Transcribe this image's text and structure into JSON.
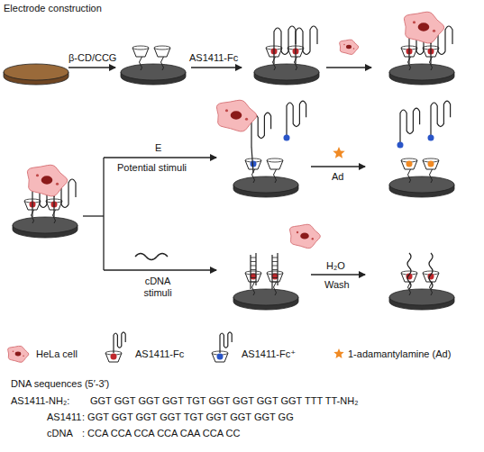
{
  "diagram": {
    "labels": [
      "Electrode construction",
      "β-CD/CCG",
      "AS1411-Fc",
      "E",
      "Potential stimuli",
      "Ad",
      "cDNA stimuli",
      "H₂O",
      "Wash",
      "DNA sequences (5′-3′)",
      "AS1411-NH₂:",
      "GGT GGT GGT GGT TGT GGT GGT GGT GGT TTT TT-NH₂",
      "AS1411",
      ": GGT GGT GGT GGT TGT GGT GGT GGT GG",
      "cDNA",
      ": CCA CCA CCA CCA CAA CCA CC"
    ],
    "legend": [
      {
        "text": "HeLa cell"
      },
      {
        "text": "AS1411-Fc"
      },
      {
        "text": "AS1411-Fc⁺"
      },
      {
        "text": "1-adamantylamine (Ad)"
      }
    ]
  }
}
